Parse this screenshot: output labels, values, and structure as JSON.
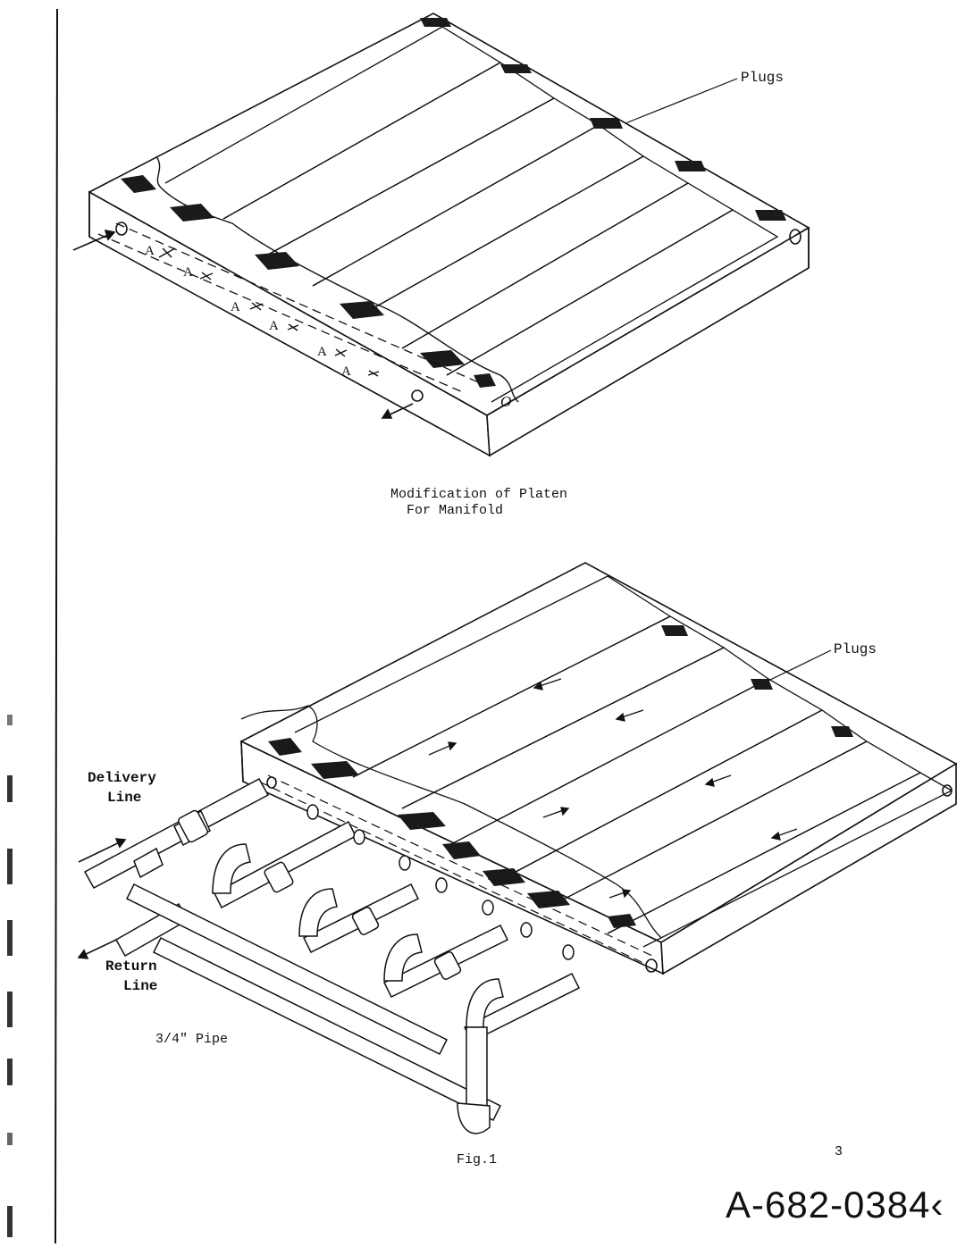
{
  "figure": {
    "top": {
      "callout_plugs": "Plugs",
      "caption_line1": "Modification of Platen",
      "caption_line2": "For Manifold",
      "hole_marker": "A",
      "outlet_label": "O"
    },
    "bottom": {
      "callout_plugs": "Plugs",
      "delivery_line1": "Delivery",
      "delivery_line2": "Line",
      "return_line1": "Return",
      "return_line2": "Line",
      "pipe_size": "3/4\" Pipe"
    },
    "fig_label": "Fig.1",
    "page_number": "3",
    "doc_id": "A-682-0384‹"
  },
  "colors": {
    "ink": "#111111",
    "plug_fill": "#1a1a1a"
  },
  "icons": [
    "arrow-in-icon",
    "arrow-out-icon",
    "plug-marker",
    "pipe-fitting"
  ]
}
